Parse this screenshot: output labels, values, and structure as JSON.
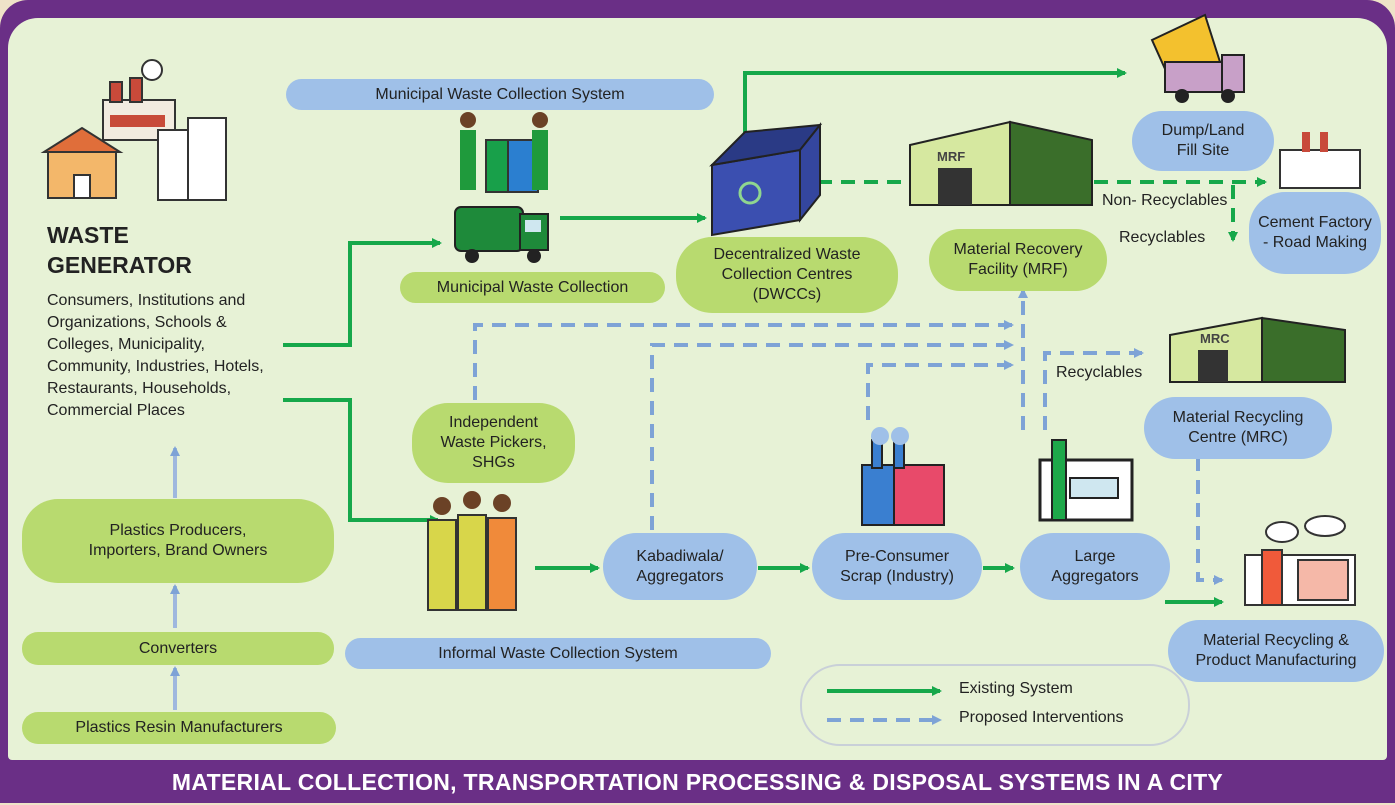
{
  "footer": {
    "title": "MATERIAL COLLECTION, TRANSPORTATION PROCESSING & DISPOSAL SYSTEMS IN A CITY"
  },
  "generator": {
    "title": "WASTE\nGENERATOR",
    "description": "Consumers, Institutions and Organizations, Schools & Colleges, Municipality, Community, Industries, Hotels, Restaurants, Households, Commercial Places"
  },
  "nodes": {
    "municipal_system": "Municipal Waste Collection System",
    "municipal_collection": "Municipal Waste Collection",
    "dwcc": "Decentralized Waste Collection Centres (DWCCs)",
    "mrf": "Material Recovery Facility (MRF)",
    "dump": "Dump/Land Fill Site",
    "cement": "Cement Factory - Road Making",
    "mrc": "Material Recycling Centre (MRC)",
    "pickers": "Independent Waste Pickers, SHGs",
    "kabadiwala": "Kabadiwala/ Aggregators",
    "preconsumer": "Pre-Consumer Scrap (Industry)",
    "large": "Large Aggregators",
    "recycling_mfg": "Material Recycling & Product Manufacturing",
    "informal_system": "Informal Waste Collection System",
    "producers": "Plastics Producers, Importers, Brand Owners",
    "converters": "Converters",
    "resin": "Plastics Resin Manufacturers"
  },
  "labels": {
    "non_recyclables": "Non- Recyclables",
    "recyclables_1": "Recyclables",
    "recyclables_2": "Recyclables",
    "mrf_sign": "MRF",
    "mrc_sign": "MRC"
  },
  "legend": {
    "existing": "Existing System",
    "proposed": "Proposed Interventions"
  },
  "colors": {
    "existing_arrow": "#16a84a",
    "proposed_arrow": "#7ea3d6",
    "frame": "#6a2f86"
  }
}
